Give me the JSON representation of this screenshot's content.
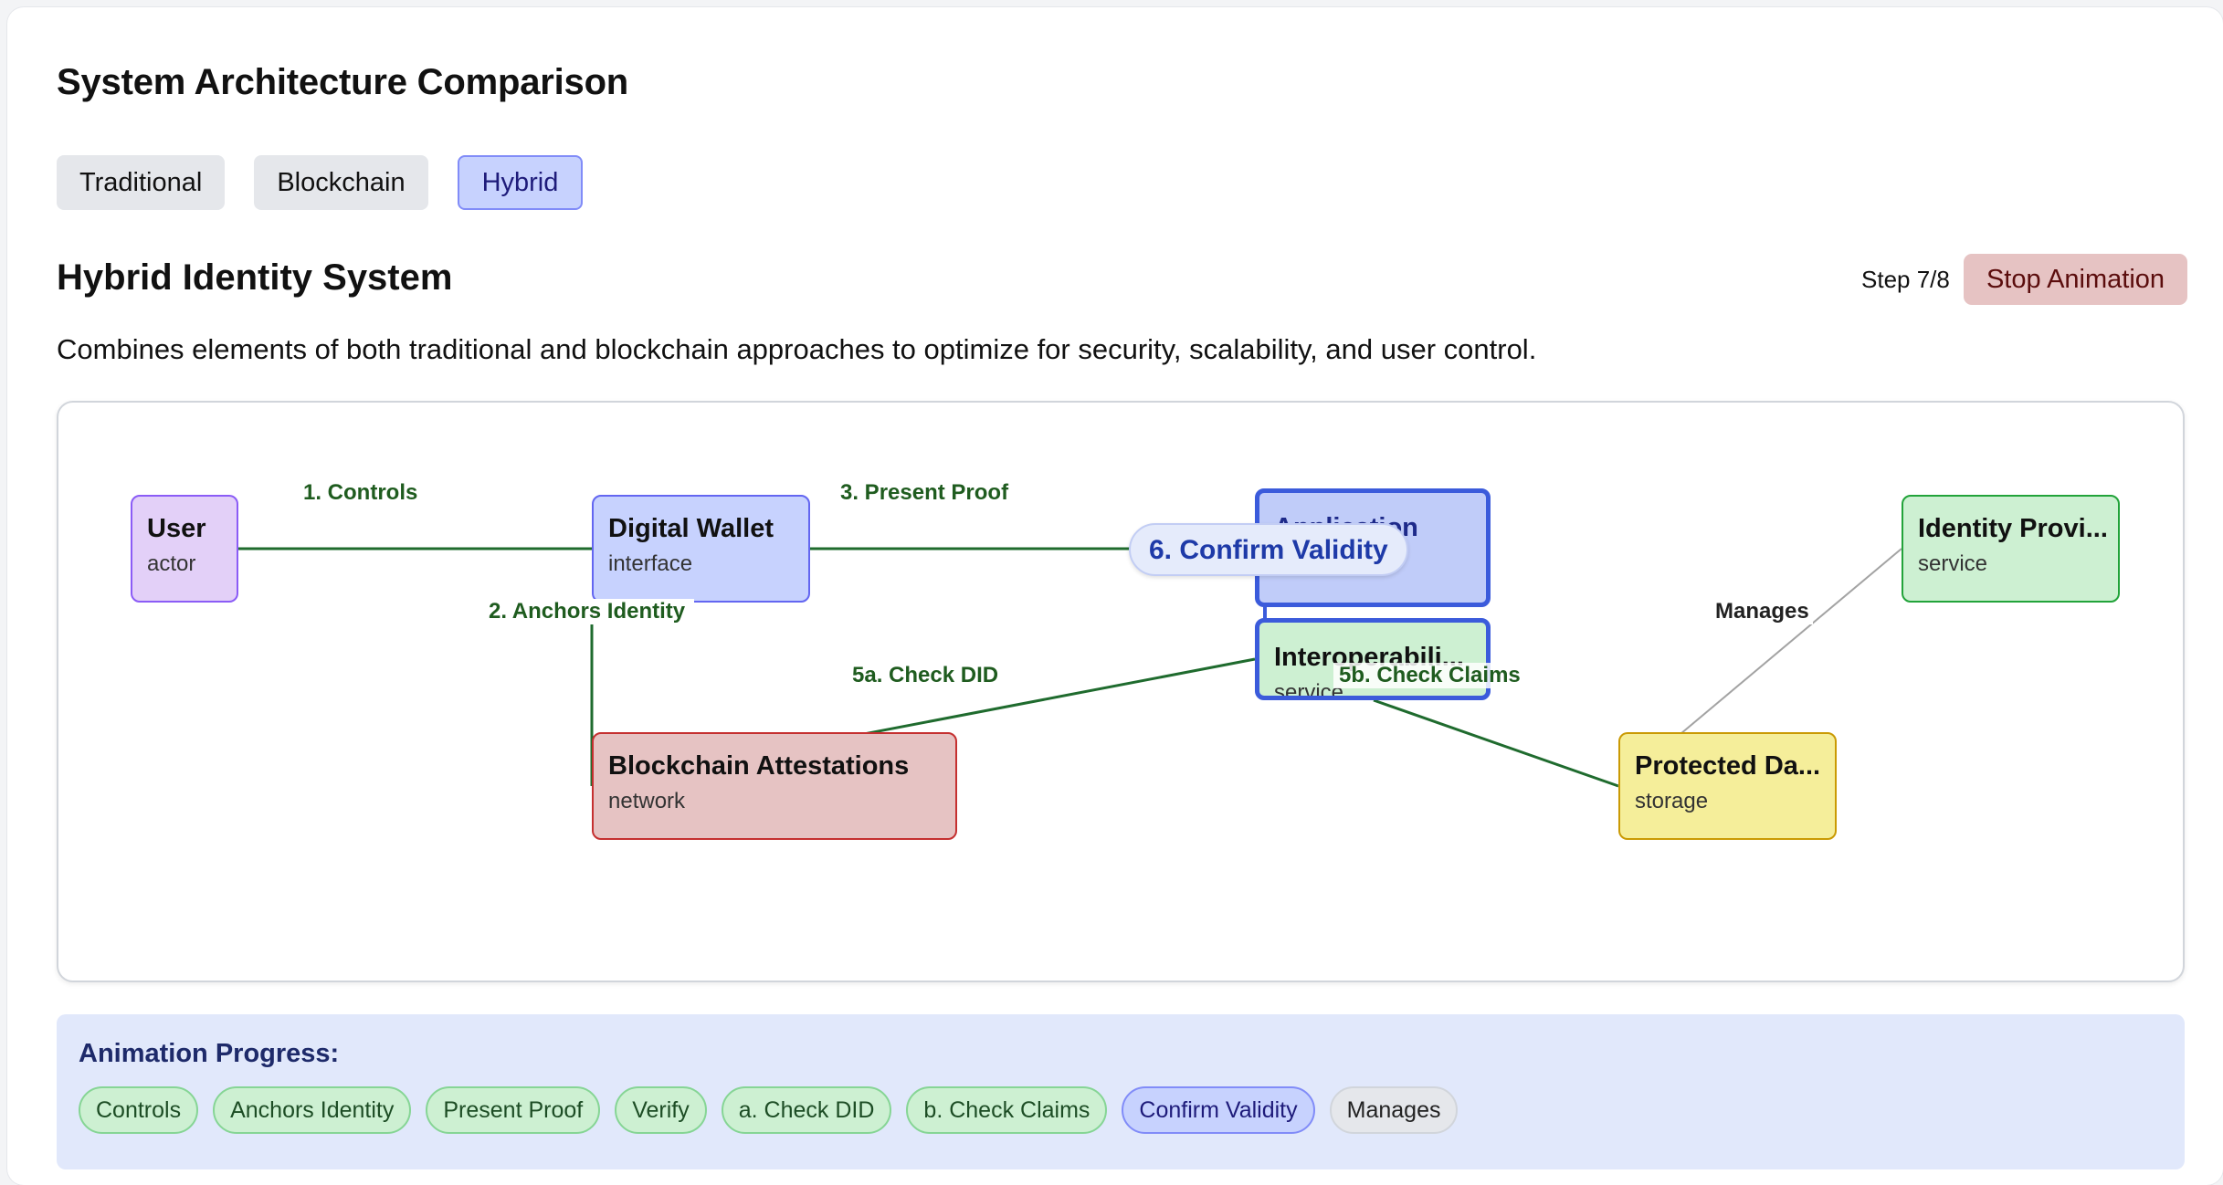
{
  "page": {
    "title": "System Architecture Comparison",
    "tabs": [
      {
        "label": "Traditional",
        "active": false
      },
      {
        "label": "Blockchain",
        "active": false
      },
      {
        "label": "Hybrid",
        "active": true
      }
    ],
    "section_title": "Hybrid Identity System",
    "step_indicator": "Step 7/8",
    "stop_button": "Stop Animation",
    "description": "Combines elements of both traditional and blockchain approaches to optimize for security, scalability, and user control."
  },
  "diagram": {
    "nodes": {
      "user": {
        "label": "User",
        "type": "actor",
        "color": "#e3d0f8"
      },
      "wallet": {
        "label": "Digital Wallet",
        "type": "interface",
        "color": "#c7d2fe"
      },
      "app": {
        "label": "Application",
        "type": "",
        "color": "#c0ccf9"
      },
      "interop": {
        "label": "Interoperabili...",
        "type": "service",
        "color": "#cdf0d2"
      },
      "idp": {
        "label": "Identity Provi...",
        "type": "service",
        "color": "#cdf0d2"
      },
      "chain": {
        "label": "Blockchain Attestations",
        "type": "network",
        "color": "#e6c3c3"
      },
      "storage": {
        "label": "Protected Da...",
        "type": "storage",
        "color": "#f5ee9a"
      }
    },
    "edges": {
      "controls": "1. Controls",
      "anchors": "2. Anchors Identity",
      "present": "3. Present Proof",
      "check_did": "5a. Check DID",
      "check_claims": "5b. Check Claims",
      "confirm": "6. Confirm Validity",
      "manages": "Manages"
    },
    "active_color": "#1f6b2e",
    "highlight_color": "#3b5bdb"
  },
  "progress": {
    "title": "Animation Progress:",
    "steps": [
      {
        "label": "Controls",
        "state": "done"
      },
      {
        "label": "Anchors Identity",
        "state": "done"
      },
      {
        "label": "Present Proof",
        "state": "done"
      },
      {
        "label": "Verify",
        "state": "done"
      },
      {
        "label": "a. Check DID",
        "state": "done"
      },
      {
        "label": "b. Check Claims",
        "state": "done"
      },
      {
        "label": "Confirm Validity",
        "state": "current"
      },
      {
        "label": "Manages",
        "state": "pending"
      }
    ]
  }
}
